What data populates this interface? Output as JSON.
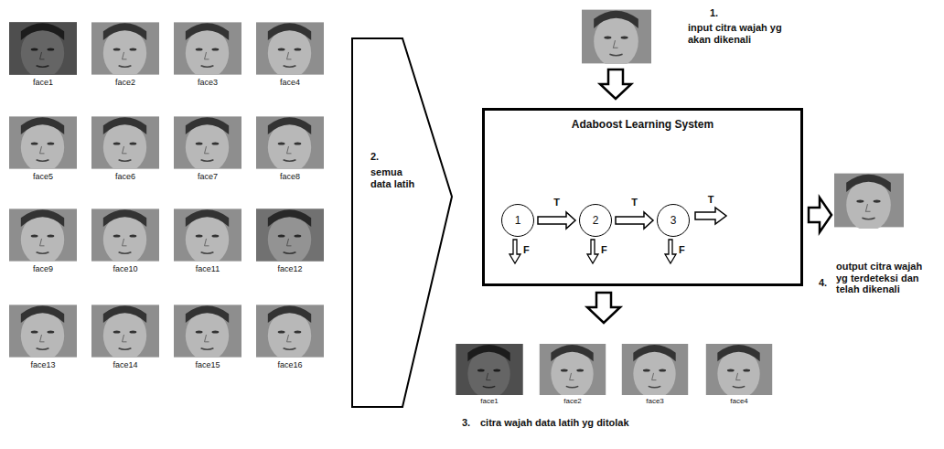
{
  "diagram": {
    "nodes": [
      {
        "text": [
          "Adaboost Learning System"
        ]
      },
      {
        "text": [
          "1"
        ],
        "in": 0
      },
      {
        "text": [
          "2"
        ],
        "in": 0
      },
      {
        "text": [
          "3"
        ],
        "in": 0
      }
    ],
    "edges": [
      {
        "from": 1,
        "to": 2,
        "arrow": "to",
        "label": "T"
      },
      {
        "from": 2,
        "to": 3,
        "arrow": "to",
        "label": "T"
      }
    ],
    "labels": [
      "face1",
      "face2",
      "face3",
      "face4",
      "face5",
      "face6",
      "face7",
      "face8",
      "face9",
      "face10",
      "face11",
      "face12",
      "face13",
      "face14",
      "face15",
      "face16",
      "2.",
      "semua data latih",
      "1.",
      "input citra wajah yg akan dikenali",
      "T",
      "F",
      "F",
      "F",
      "4.",
      "output citra wajah yg terdeteksi dan telah dikenali",
      "face1",
      "face2",
      "face3",
      "face4",
      "3.",
      "citra wajah data latih yg ditolak"
    ]
  }
}
